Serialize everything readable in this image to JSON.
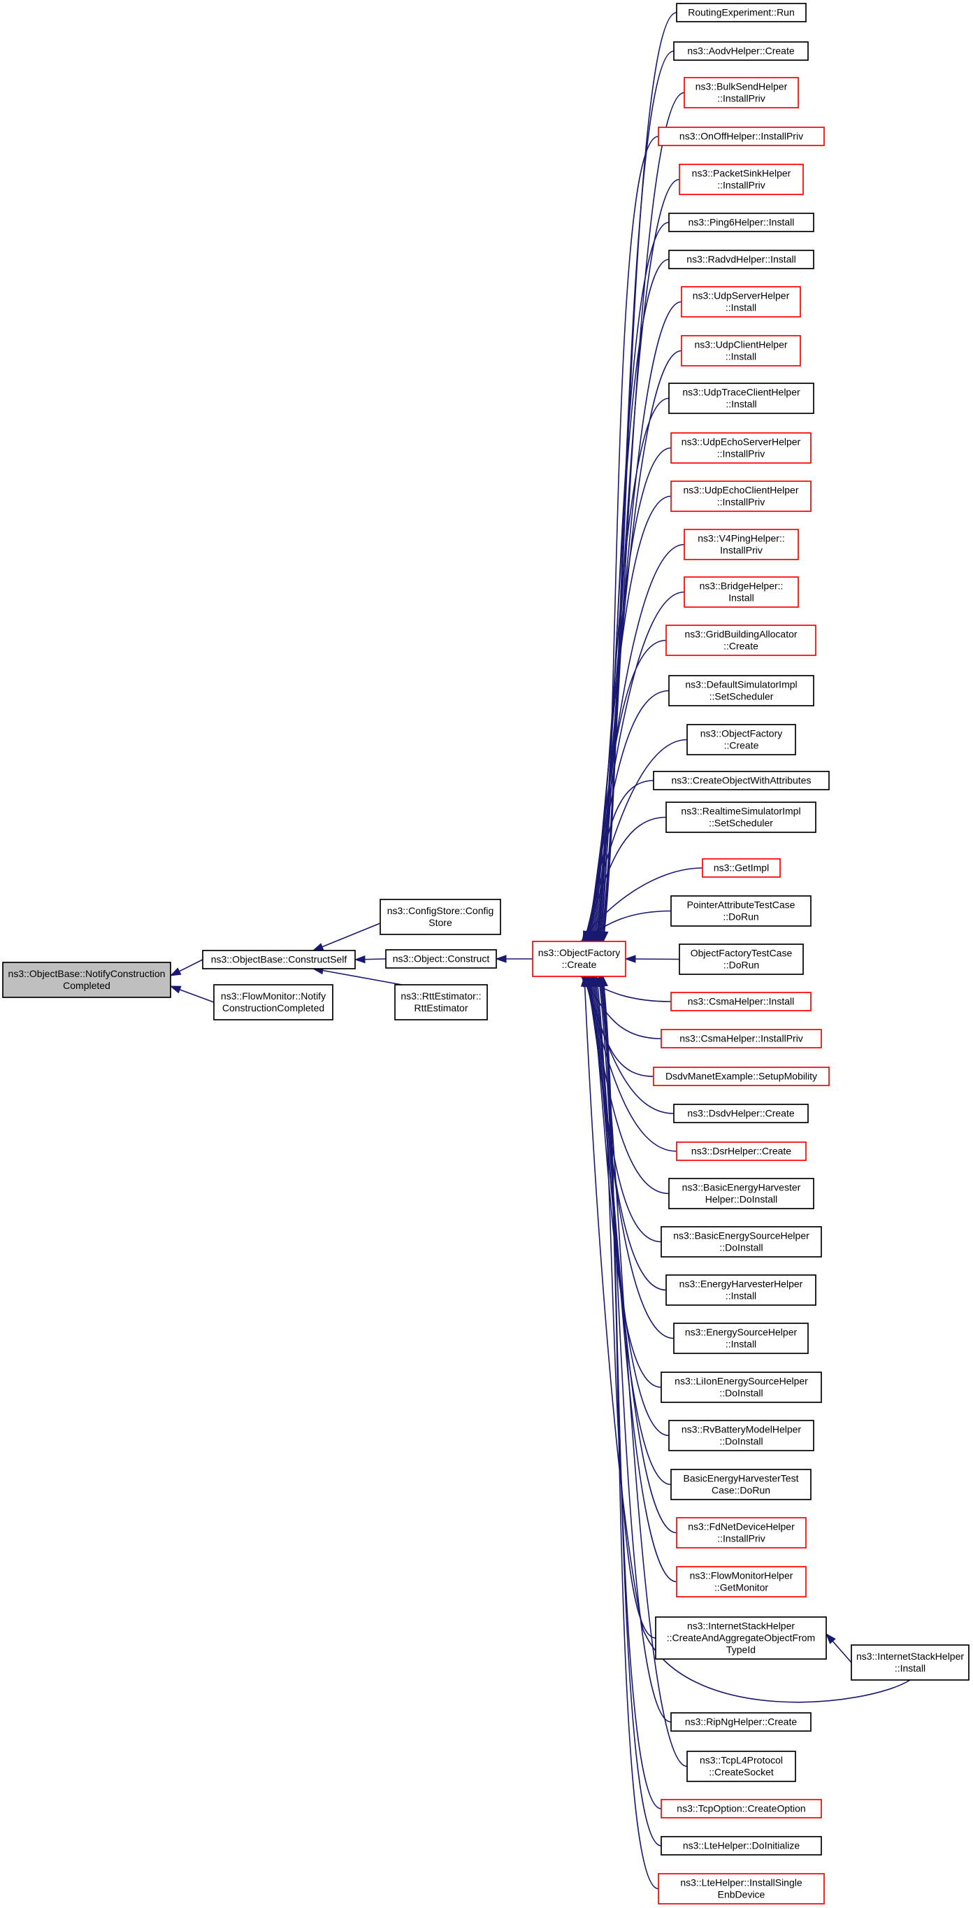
{
  "graph": {
    "focus": "ns3::ObjectBase::NotifyConstructionCompleted",
    "colors": {
      "edge": "#191970",
      "border_default": "#000000",
      "border_red": "#ff0000",
      "focus_fill": "#bfbfbf",
      "node_fill": "#ffffff"
    },
    "nodes": [
      {
        "id": "notify",
        "lines": [
          "ns3::ObjectBase::NotifyConstruction",
          "Completed"
        ],
        "style": "focus"
      },
      {
        "id": "constructself",
        "lines": [
          "ns3::ObjectBase::ConstructSelf"
        ],
        "style": "black"
      },
      {
        "id": "flowmonitor",
        "lines": [
          "ns3::FlowMonitor::Notify",
          "ConstructionCompleted"
        ],
        "style": "black"
      },
      {
        "id": "configstore",
        "lines": [
          "ns3::ConfigStore::Config",
          "Store"
        ],
        "style": "black"
      },
      {
        "id": "objconstruct",
        "lines": [
          "ns3::Object::Construct"
        ],
        "style": "black"
      },
      {
        "id": "rttestimator",
        "lines": [
          "ns3::RttEstimator::",
          "RttEstimator"
        ],
        "style": "black"
      },
      {
        "id": "objfactory",
        "lines": [
          "ns3::ObjectFactory",
          "::Create"
        ],
        "style": "red"
      },
      {
        "id": "c0",
        "lines": [
          "RoutingExperiment::Run"
        ],
        "style": "black"
      },
      {
        "id": "c1",
        "lines": [
          "ns3::AodvHelper::Create"
        ],
        "style": "black"
      },
      {
        "id": "c2",
        "lines": [
          "ns3::BulkSendHelper",
          "::InstallPriv"
        ],
        "style": "red"
      },
      {
        "id": "c3",
        "lines": [
          "ns3::OnOffHelper::InstallPriv"
        ],
        "style": "red"
      },
      {
        "id": "c4",
        "lines": [
          "ns3::PacketSinkHelper",
          "::InstallPriv"
        ],
        "style": "red"
      },
      {
        "id": "c5",
        "lines": [
          "ns3::Ping6Helper::Install"
        ],
        "style": "black"
      },
      {
        "id": "c6",
        "lines": [
          "ns3::RadvdHelper::Install"
        ],
        "style": "black"
      },
      {
        "id": "c7",
        "lines": [
          "ns3::UdpServerHelper",
          "::Install"
        ],
        "style": "red"
      },
      {
        "id": "c8",
        "lines": [
          "ns3::UdpClientHelper",
          "::Install"
        ],
        "style": "red"
      },
      {
        "id": "c9",
        "lines": [
          "ns3::UdpTraceClientHelper",
          "::Install"
        ],
        "style": "black"
      },
      {
        "id": "c10",
        "lines": [
          "ns3::UdpEchoServerHelper",
          "::InstallPriv"
        ],
        "style": "red"
      },
      {
        "id": "c11",
        "lines": [
          "ns3::UdpEchoClientHelper",
          "::InstallPriv"
        ],
        "style": "red"
      },
      {
        "id": "c12",
        "lines": [
          "ns3::V4PingHelper::",
          "InstallPriv"
        ],
        "style": "red"
      },
      {
        "id": "c13",
        "lines": [
          "ns3::BridgeHelper::",
          "Install"
        ],
        "style": "red"
      },
      {
        "id": "c14",
        "lines": [
          "ns3::GridBuildingAllocator",
          "::Create"
        ],
        "style": "red"
      },
      {
        "id": "c15",
        "lines": [
          "ns3::DefaultSimulatorImpl",
          "::SetScheduler"
        ],
        "style": "black"
      },
      {
        "id": "c16",
        "lines": [
          "ns3::ObjectFactory",
          "::Create"
        ],
        "style": "black"
      },
      {
        "id": "c17",
        "lines": [
          "ns3::CreateObjectWithAttributes"
        ],
        "style": "black"
      },
      {
        "id": "c18",
        "lines": [
          "ns3::RealtimeSimulatorImpl",
          "::SetScheduler"
        ],
        "style": "black"
      },
      {
        "id": "c19",
        "lines": [
          "ns3::GetImpl"
        ],
        "style": "red"
      },
      {
        "id": "c20",
        "lines": [
          "PointerAttributeTestCase",
          "::DoRun"
        ],
        "style": "black"
      },
      {
        "id": "c21",
        "lines": [
          "ObjectFactoryTestCase",
          "::DoRun"
        ],
        "style": "black"
      },
      {
        "id": "c22",
        "lines": [
          "ns3::CsmaHelper::Install"
        ],
        "style": "red"
      },
      {
        "id": "c23",
        "lines": [
          "ns3::CsmaHelper::InstallPriv"
        ],
        "style": "red"
      },
      {
        "id": "c24",
        "lines": [
          "DsdvManetExample::SetupMobility"
        ],
        "style": "red"
      },
      {
        "id": "c25",
        "lines": [
          "ns3::DsdvHelper::Create"
        ],
        "style": "black"
      },
      {
        "id": "c26",
        "lines": [
          "ns3::DsrHelper::Create"
        ],
        "style": "red"
      },
      {
        "id": "c27",
        "lines": [
          "ns3::BasicEnergyHarvester",
          "Helper::DoInstall"
        ],
        "style": "black"
      },
      {
        "id": "c28",
        "lines": [
          "ns3::BasicEnergySourceHelper",
          "::DoInstall"
        ],
        "style": "black"
      },
      {
        "id": "c29",
        "lines": [
          "ns3::EnergyHarvesterHelper",
          "::Install"
        ],
        "style": "black"
      },
      {
        "id": "c30",
        "lines": [
          "ns3::EnergySourceHelper",
          "::Install"
        ],
        "style": "black"
      },
      {
        "id": "c31",
        "lines": [
          "ns3::LiIonEnergySourceHelper",
          "::DoInstall"
        ],
        "style": "black"
      },
      {
        "id": "c32",
        "lines": [
          "ns3::RvBatteryModelHelper",
          "::DoInstall"
        ],
        "style": "black"
      },
      {
        "id": "c33",
        "lines": [
          "BasicEnergyHarvesterTest",
          "Case::DoRun"
        ],
        "style": "black"
      },
      {
        "id": "c34",
        "lines": [
          "ns3::FdNetDeviceHelper",
          "::InstallPriv"
        ],
        "style": "red"
      },
      {
        "id": "c35",
        "lines": [
          "ns3::FlowMonitorHelper",
          "::GetMonitor"
        ],
        "style": "red"
      },
      {
        "id": "c36",
        "lines": [
          "ns3::InternetStackHelper",
          "::CreateAndAggregateObjectFrom",
          "TypeId"
        ],
        "style": "black"
      },
      {
        "id": "c37",
        "lines": [
          "ns3::RipNgHelper::Create"
        ],
        "style": "black"
      },
      {
        "id": "c38",
        "lines": [
          "ns3::TcpL4Protocol",
          "::CreateSocket"
        ],
        "style": "black"
      },
      {
        "id": "c39",
        "lines": [
          "ns3::TcpOption::CreateOption"
        ],
        "style": "red"
      },
      {
        "id": "c40",
        "lines": [
          "ns3::LteHelper::DoInitialize"
        ],
        "style": "black"
      },
      {
        "id": "c41",
        "lines": [
          "ns3::LteHelper::InstallSingle",
          "EnbDevice"
        ],
        "style": "red"
      },
      {
        "id": "ish",
        "lines": [
          "ns3::InternetStackHelper",
          "::Install"
        ],
        "style": "black"
      }
    ]
  }
}
